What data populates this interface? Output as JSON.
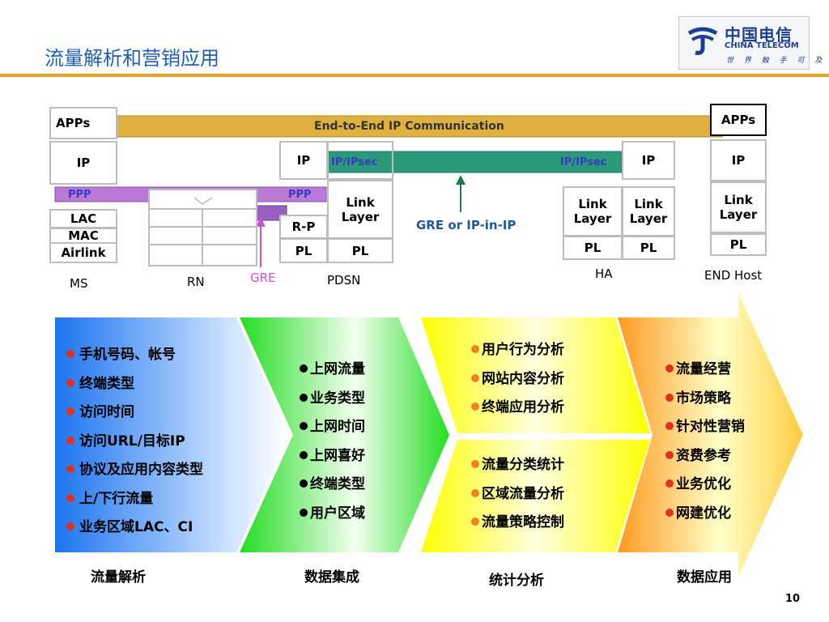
{
  "slide": {
    "title": "流量解析和营销应用",
    "page_number": "10"
  },
  "logo": {
    "name_cn": "中国电信",
    "name_en": "CHINA TELECOM",
    "slogan": "世 界 触 手 可 及"
  },
  "diagram": {
    "bar_text": "End-to-End IP Communication",
    "gre_note": "GRE or IP-in-IP",
    "ms": {
      "label": "MS",
      "apps": "APPs",
      "ip": "IP",
      "ppp": "PPP",
      "lac": "LAC",
      "mac": "MAC",
      "airlink": "Airlink"
    },
    "rn": {
      "label": "RN"
    },
    "gre": {
      "label": "GRE"
    },
    "pdsn": {
      "label": "PDSN",
      "ip": "IP",
      "ipsec": "IP/IPsec",
      "ppp": "PPP",
      "rp": "R-P",
      "pl_left": "PL",
      "link": "Link Layer",
      "pl_right": "PL"
    },
    "ha": {
      "label": "HA",
      "ipsec": "IP/IPsec",
      "ip": "IP",
      "link_left": "Link Layer",
      "link_right": "Link Layer",
      "pl_left": "PL",
      "pl_right": "PL"
    },
    "host": {
      "label": "END Host",
      "apps": "APPs",
      "ip": "IP",
      "link": "Link Layer",
      "pl": "PL"
    }
  },
  "flow": {
    "stage1": {
      "caption": "流量解析",
      "bullet_color": "#e03020",
      "items": [
        "手机号码、帐号",
        "终端类型",
        "访问时间",
        "访问URL/目标IP",
        "协议及应用内容类型",
        "上/下行流量",
        "业务区域LAC、CI"
      ]
    },
    "stage2": {
      "caption": "数据集成",
      "bullet_color": "#000000",
      "items": [
        "上网流量",
        "业务类型",
        "上网时间",
        "上网喜好",
        "终端类型",
        "用户区域"
      ]
    },
    "stage3": {
      "caption": "统计分析",
      "bullet_color": "#f08020",
      "items_top": [
        "用户行为分析",
        "网站内容分析",
        "终端应用分析"
      ],
      "items_bottom": [
        "流量分类统计",
        "区域流量分析",
        "流量策略控制"
      ]
    },
    "stage4": {
      "caption": "数据应用",
      "bullet_color": "#e03020",
      "items": [
        "流量经营",
        "市场策略",
        "针对性营销",
        "资费参考",
        "业务优化",
        "网建优化"
      ]
    }
  }
}
